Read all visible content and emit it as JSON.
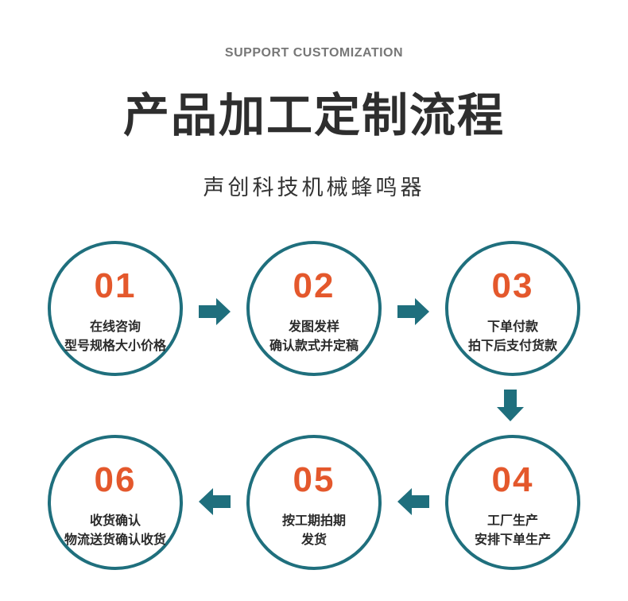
{
  "header": {
    "eyebrow": "SUPPORT CUSTOMIZATION",
    "title": "产品加工定制流程",
    "subtitle": "声创科技机械蜂鸣器"
  },
  "steps": [
    {
      "number": "01",
      "line1": "在线咨询",
      "line2": "型号规格大小价格"
    },
    {
      "number": "02",
      "line1": "发图发样",
      "line2": "确认款式并定稿"
    },
    {
      "number": "03",
      "line1": "下单付款",
      "line2": "拍下后支付货款"
    },
    {
      "number": "04",
      "line1": "工厂生产",
      "line2": "安排下单生产"
    },
    {
      "number": "05",
      "line1": "按工期拍期",
      "line2": "发货"
    },
    {
      "number": "06",
      "line1": "收货确认",
      "line2": "物流送货确认收货"
    }
  ],
  "colors": {
    "circle_border": "#1f6f7d",
    "number": "#e4582c",
    "arrow": "#1f6f7d"
  }
}
